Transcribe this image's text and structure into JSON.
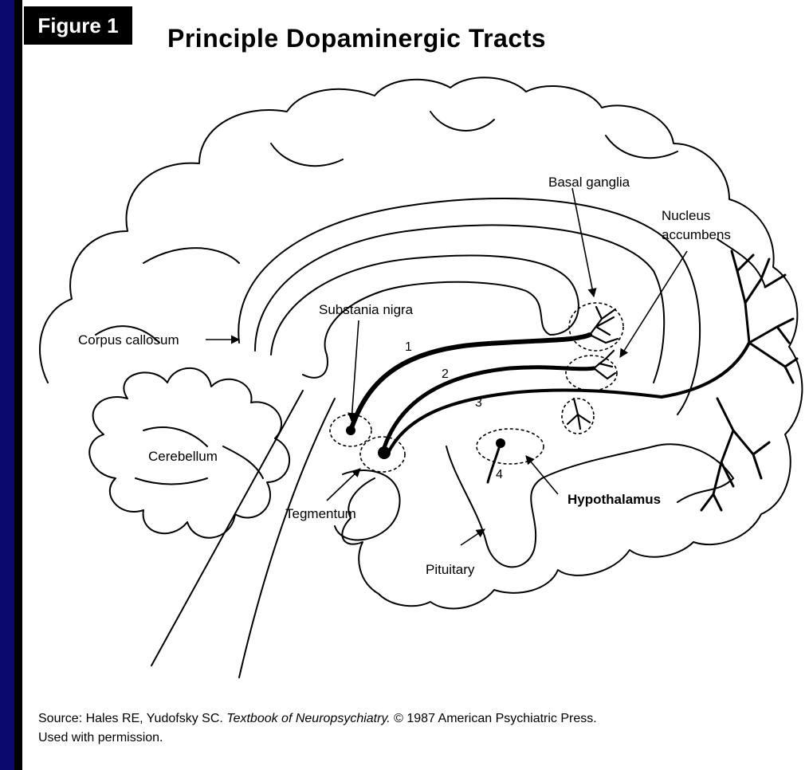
{
  "figure": {
    "tag": "Figure 1",
    "title": "Principle Dopaminergic Tracts"
  },
  "labels": {
    "basal_ganglia": "Basal ganglia",
    "nucleus_line1": "Nucleus",
    "nucleus_line2": "accumbens",
    "substantia_nigra": "Substania nigra",
    "corpus_callosum": "Corpus callosum",
    "cerebellum": "Cerebellum",
    "tegmentum": "Tegmentum",
    "hypothalamus": "Hypothalamus",
    "pituitary": "Pituitary"
  },
  "tract_numbers": [
    "1",
    "2",
    "3",
    "4"
  ],
  "source": {
    "prefix": "Source: Hales RE, Yudofsky SC. ",
    "book": "Textbook of Neuropsychiatry.",
    "suffix": " © 1987 American Psychiatric Press.",
    "line2": "Used with permission."
  },
  "colors": {
    "background": "#0a0a6e",
    "panel": "#ffffff",
    "ink": "#000000"
  }
}
